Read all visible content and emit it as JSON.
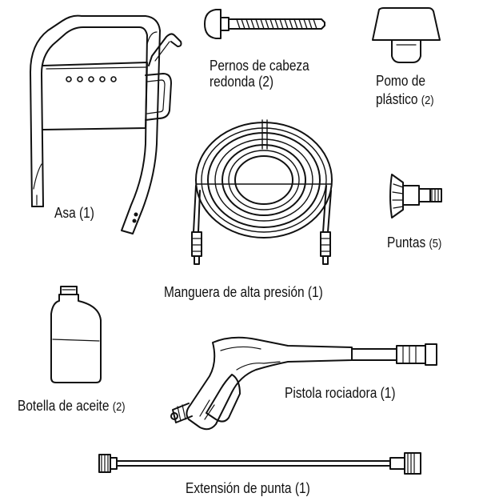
{
  "parts": {
    "handle": {
      "label": "Asa (1)"
    },
    "bolts": {
      "label_line1": "Pernos de cabeza",
      "label_line2": "redonda (2)"
    },
    "knob": {
      "label_line1": "Pomo de",
      "label_line2_text": "plástico",
      "label_line2_qty": "(2)"
    },
    "nozzles": {
      "label_text": "Puntas",
      "label_qty": "(5)"
    },
    "hose": {
      "label": "Manguera de alta presión (1)"
    },
    "oil_bottle": {
      "label_text": "Botella de aceite",
      "label_qty": "(2)"
    },
    "spray_gun": {
      "label": "Pistola rociadora (1)"
    },
    "extension": {
      "label": "Extensión de punta (1)"
    }
  }
}
